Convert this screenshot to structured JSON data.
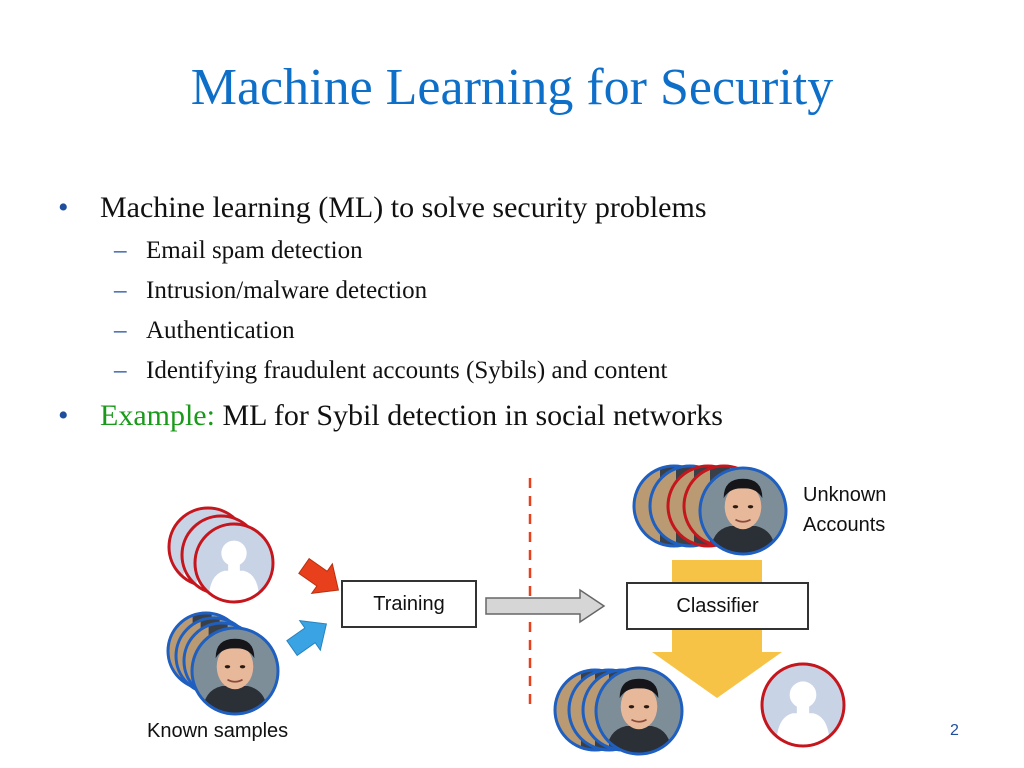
{
  "slide": {
    "title": "Machine Learning for Security",
    "bullets": [
      {
        "text": "Machine learning (ML) to solve security problems",
        "subitems": [
          "Email spam detection",
          "Intrusion/malware detection",
          "Authentication",
          "Identifying fraudulent accounts (Sybils) and content"
        ]
      },
      {
        "highlight": "Example:",
        "text": "ML for Sybil detection in social networks"
      }
    ],
    "page_number": "2"
  },
  "diagram": {
    "training_label": "Training",
    "classifier_label": "Classifier",
    "unknown_line1": "Unknown",
    "unknown_line2": "Accounts",
    "known_label": "Known samples",
    "colors": {
      "sybil_ring": "#c4161c",
      "real_ring": "#1f5fbf",
      "silhouette_bg": "#c9d3e6",
      "red_arrow": "#e8401c",
      "blue_arrow": "#3aa3e3",
      "gray_arrow": "#d6d6d6",
      "yellow_arrow": "#f6c347",
      "divider": "#e8401c"
    }
  }
}
